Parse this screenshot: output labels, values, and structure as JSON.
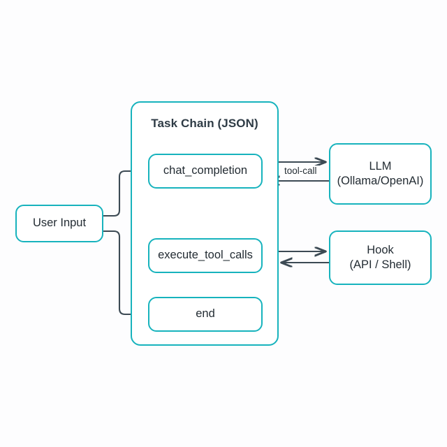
{
  "diagram": {
    "title": "Task Chain (JSON)",
    "background_color": "#fdfdfe",
    "node_border_color": "#17b3bd",
    "node_fill_color": "#ffffff",
    "text_color": "#232c33",
    "title_color": "#2e3b45",
    "arrow_color": "#3c4a54"
  },
  "container": {
    "label": "Task Chain (JSON)"
  },
  "nodes": {
    "user_input": {
      "label": "User Input"
    },
    "chat_completion": {
      "label": "chat_completion"
    },
    "execute_tool_calls": {
      "label": "execute_tool_calls"
    },
    "end": {
      "label": "end"
    },
    "llm": {
      "line1": "LLM",
      "line2": "(Ollama/OpenAI)"
    },
    "hook": {
      "line1": "Hook",
      "line2": "(API / Shell)"
    }
  },
  "edges": {
    "tool_call_label": "tool-call"
  }
}
